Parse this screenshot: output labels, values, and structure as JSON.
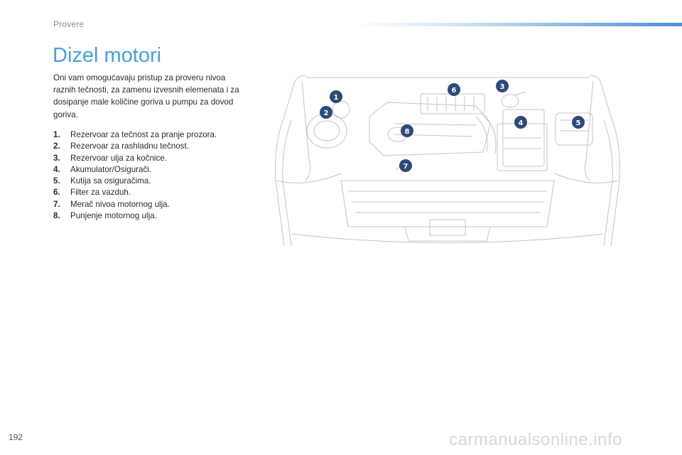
{
  "header": {
    "section": "Provere",
    "accent_color": "#4a90d9"
  },
  "main": {
    "title": "Dizel motori",
    "intro": "Oni vam omogućavaju pristup za proveru nivoa raznih tečnosti, za zamenu izvesnih elemenata i za dosipanje male količine goriva u pumpu za dovod goriva.",
    "items": [
      {
        "num": "1.",
        "text": "Rezervoar za tečnost za pranje prozora."
      },
      {
        "num": "2.",
        "text": "Rezervoar za rashladnu tečnost."
      },
      {
        "num": "3.",
        "text": "Rezervoar ulja za kočnice."
      },
      {
        "num": "4.",
        "text": "Akumulator/Osigurači."
      },
      {
        "num": "5.",
        "text": "Kutija sa osiguračima."
      },
      {
        "num": "6.",
        "text": "Filter za vazduh."
      },
      {
        "num": "7.",
        "text": "Merač nivoa motornog ulja."
      },
      {
        "num": "8.",
        "text": "Punjenje motornog ulja."
      }
    ]
  },
  "illustration": {
    "icon": "engine-bay-illustration",
    "callout_color": "#2d4b7a",
    "callouts": [
      "1",
      "2",
      "3",
      "4",
      "5",
      "6",
      "7",
      "8"
    ]
  },
  "footer": {
    "page_number": "192",
    "watermark": "carmanualsonline.info"
  }
}
